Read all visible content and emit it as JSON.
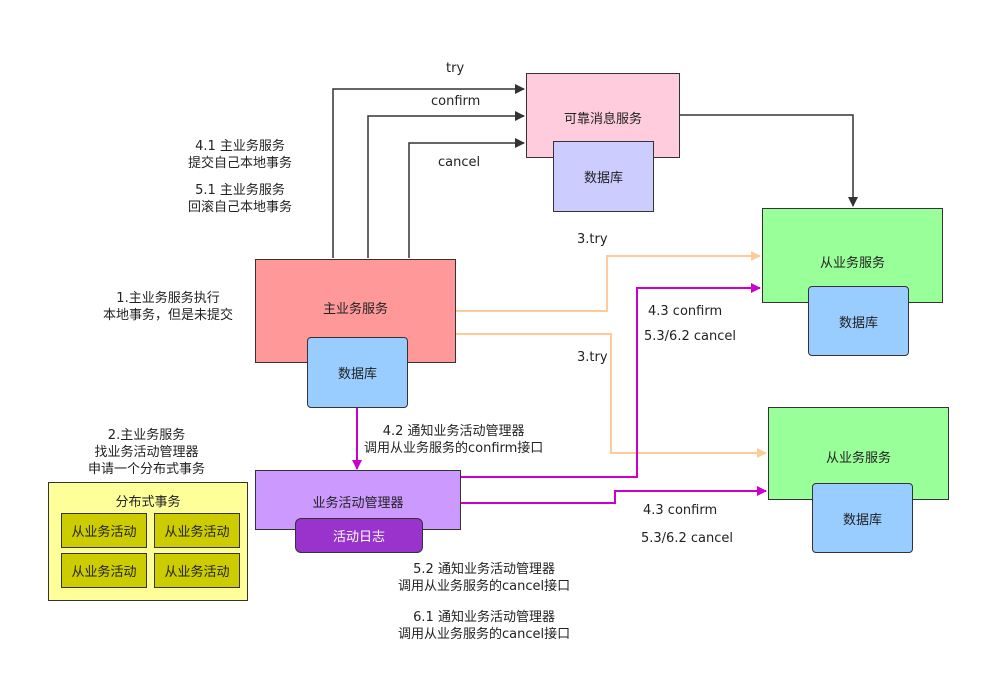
{
  "services": {
    "reliable_msg": "可靠消息服务",
    "main": "主业务服务",
    "slave_1": "从业务服务",
    "slave_2": "从业务服务",
    "activity_manager": "业务活动管理器",
    "activity_log": "活动日志",
    "database": "数据库"
  },
  "distributed_tx": {
    "title": "分布式事务",
    "activities": [
      "从业务活动",
      "从业务活动",
      "从业务活动",
      "从业务活动"
    ]
  },
  "edges": {
    "try": "try",
    "confirm": "confirm",
    "cancel": "cancel",
    "try_3a": "3.try",
    "try_3b": "3.try",
    "confirm_43a": "4.3 confirm",
    "cancel_53a": "5.3/6.2 cancel",
    "confirm_43b": "4.3 confirm",
    "cancel_53b": "5.3/6.2 cancel"
  },
  "notes": {
    "n41": [
      "4.1 主业务服务",
      "提交自己本地事务"
    ],
    "n51": [
      "5.1 主业务服务",
      "回滚自己本地事务"
    ],
    "n1": [
      "1.主业务服务执行",
      "本地事务，但是未提交"
    ],
    "n2": [
      "2.主业务服务",
      "找业务活动管理器",
      "申请一个分布式事务"
    ],
    "n42": [
      "4.2 通知业务活动管理器",
      "调用从业务服务的confirm接口"
    ],
    "n52": [
      "5.2 通知业务活动管理器",
      "调用从业务服务的cancel接口"
    ],
    "n61": [
      "6.1 通知业务活动管理器",
      "调用从业务服务的cancel接口"
    ]
  },
  "colors": {
    "reliable_msg": "#ffccdd",
    "db_blue": "#99ccff",
    "db_lavender": "#ccccff",
    "main": "#ff9999",
    "slave": "#99ff99",
    "manager": "#cc99ff",
    "log": "#9933cc",
    "dtx": "#ffff99",
    "activity": "#cccc00",
    "arrow_dark": "#333333",
    "arrow_orange": "#ffcc99",
    "arrow_magenta": "#cc00cc"
  }
}
